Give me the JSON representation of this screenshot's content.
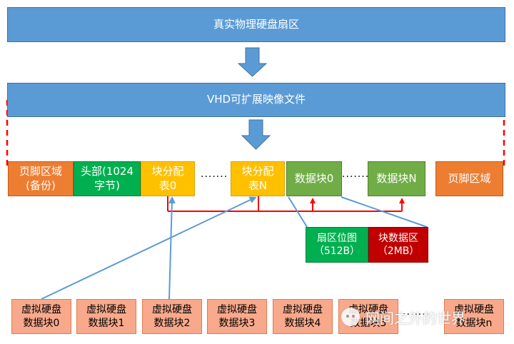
{
  "banner_top": "真实物理硬盘扇区",
  "banner_vhd": "VHD可扩展映像文件",
  "row": {
    "footer_left": "页脚区域\n(备份)",
    "header": "头部(1024\n字节)",
    "bat0": "块分配\n表0",
    "batN": "块分配\n表N",
    "data0": "数据块0",
    "dataN": "数据块N",
    "footer_right": "页脚区域"
  },
  "ellipsis": "·······",
  "sector_bitmap": "扇区位图\n（512B）",
  "block_data": "块数据区\n（2MB）",
  "virtual_blocks": [
    "虚拟硬盘\n数据块0",
    "虚拟硬盘\n数据块1",
    "虚拟硬盘\n数据块2",
    "虚拟硬盘\n数据块3",
    "虚拟硬盘\n数据块4",
    "虚拟硬盘\n数据块5",
    "虚拟硬盘\n数据块n"
  ],
  "watermark": "网间之外的世界",
  "colors": {
    "banner": "#5b9bd5",
    "arrow": "#5b9bd5",
    "footer": "#ed7d31",
    "header": "#00b050",
    "bat": "#ffc000",
    "data_block": "#70ad47",
    "bitmap": "#00b050",
    "block_data": "#c00000",
    "virtual_block": "#f8a98b",
    "connector_red": "#ff0000",
    "connector_blue": "#5b9bd5"
  }
}
